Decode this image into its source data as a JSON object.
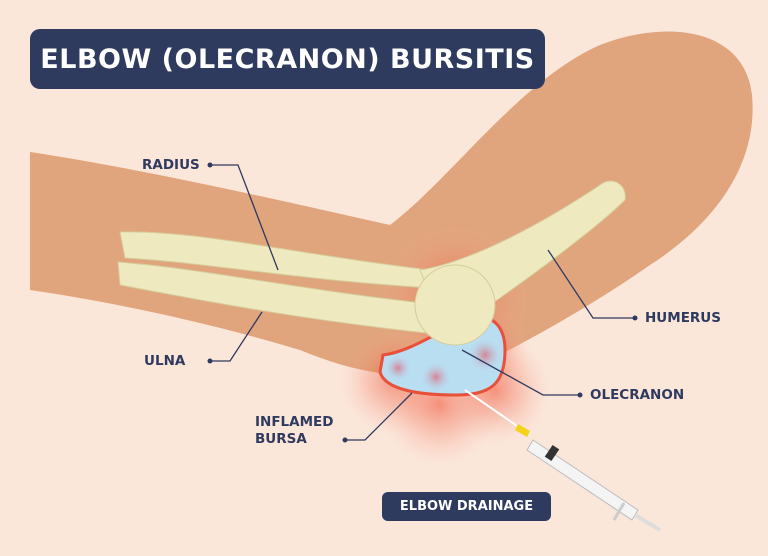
{
  "title": "ELBOW (OLECRANON) BURSITIS",
  "labels": {
    "radius": "RADIUS",
    "ulna": "ULNA",
    "humerus": "HUMERUS",
    "olecranon": "OLECRANON",
    "inflamed_bursa_line1": "INFLAMED",
    "inflamed_bursa_line2": "BURSA"
  },
  "button": "ELBOW DRAINAGE",
  "colors": {
    "background": "#fbe6da",
    "skin": "#e0a57c",
    "bone": "#efe9bf",
    "bursa": "#b9def2",
    "inflammation": "#ef4b2e",
    "navy": "#2f3a5f"
  }
}
